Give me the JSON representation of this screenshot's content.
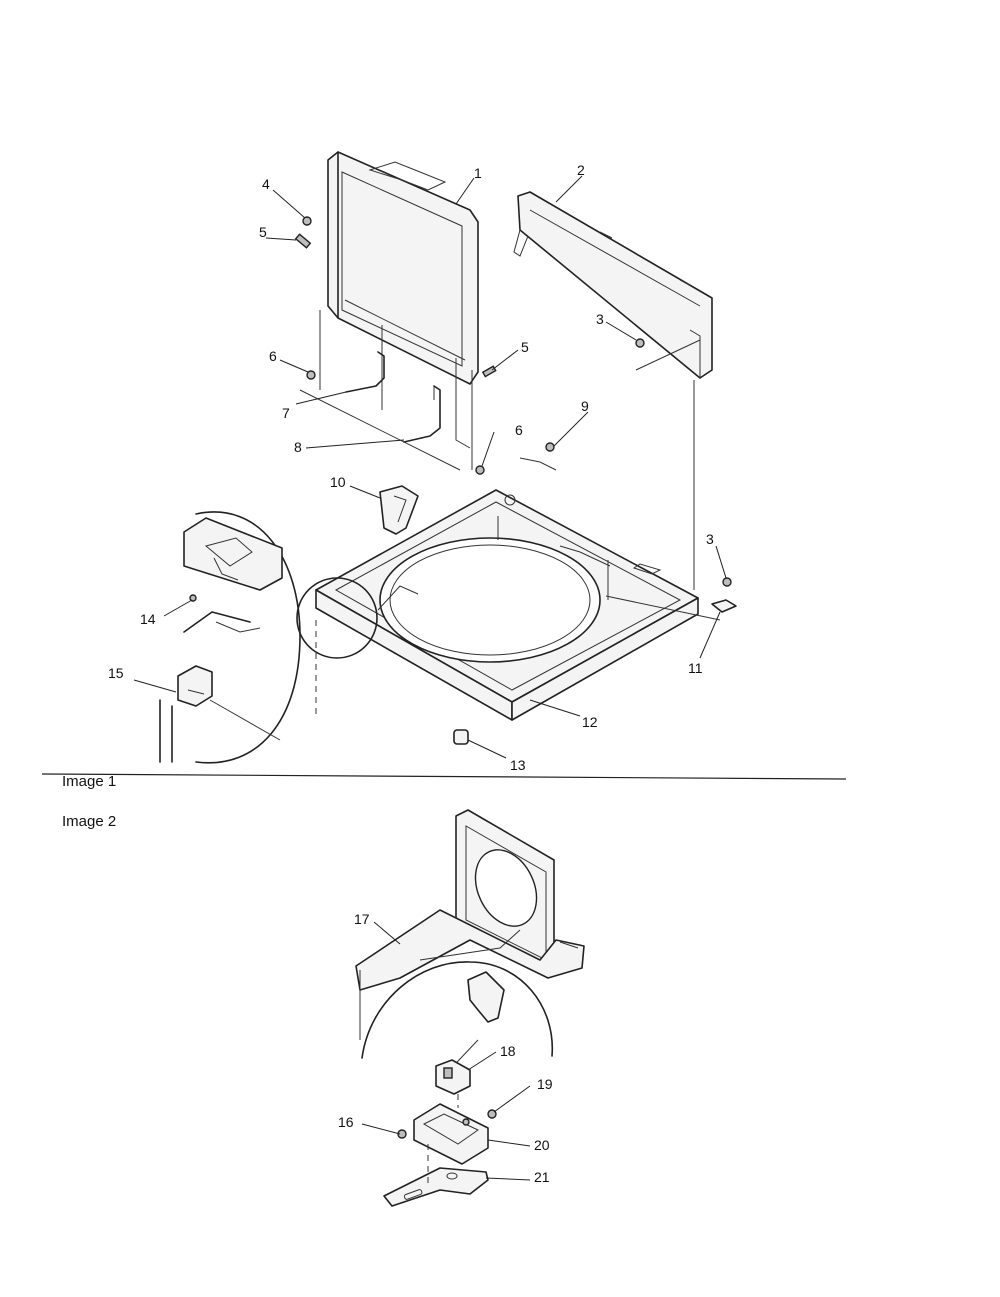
{
  "image_captions": {
    "image1": "Image 1",
    "image2": "Image 2"
  },
  "callouts": {
    "c1": "1",
    "c2": "2",
    "c3a": "3",
    "c3b": "3",
    "c4": "4",
    "c5a": "5",
    "c5b": "5",
    "c6a": "6",
    "c6b": "6",
    "c7": "7",
    "c8": "8",
    "c9": "9",
    "c10": "10",
    "c11": "11",
    "c12": "12",
    "c13": "13",
    "c14": "14",
    "c15": "15",
    "c16": "16",
    "c17": "17",
    "c18": "18",
    "c19": "19",
    "c20": "20",
    "c21": "21"
  }
}
